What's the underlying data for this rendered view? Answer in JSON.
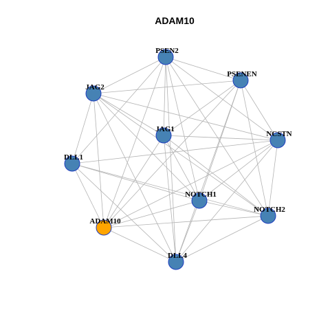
{
  "title": "ADAM10",
  "colors": {
    "node_fill": "#4682b4",
    "highlight_fill": "#ffa500",
    "node_border": "#1f3dbf",
    "edge": "#b3b3b3"
  },
  "nodes": [
    {
      "id": "PSEN2",
      "label": "PSEN2",
      "highlight": false
    },
    {
      "id": "PSENEN",
      "label": "PSENEN",
      "highlight": false
    },
    {
      "id": "JAG2",
      "label": "JAG2",
      "highlight": false
    },
    {
      "id": "NCSTN",
      "label": "NCSTN",
      "highlight": false
    },
    {
      "id": "JAG1",
      "label": "JAG1",
      "highlight": false
    },
    {
      "id": "DLL1",
      "label": "DLL1",
      "highlight": false
    },
    {
      "id": "NOTCH1",
      "label": "NOTCH1",
      "highlight": false
    },
    {
      "id": "NOTCH2",
      "label": "NOTCH2",
      "highlight": false
    },
    {
      "id": "ADAM10",
      "label": "ADAM10",
      "highlight": true
    },
    {
      "id": "DLL4",
      "label": "DLL4",
      "highlight": false
    }
  ],
  "edges": [
    [
      "PSEN2",
      "PSENEN"
    ],
    [
      "PSEN2",
      "JAG2"
    ],
    [
      "PSEN2",
      "NCSTN"
    ],
    [
      "PSEN2",
      "JAG1"
    ],
    [
      "PSEN2",
      "DLL1"
    ],
    [
      "PSEN2",
      "NOTCH1"
    ],
    [
      "PSEN2",
      "NOTCH2"
    ],
    [
      "PSEN2",
      "ADAM10"
    ],
    [
      "PSEN2",
      "DLL4"
    ],
    [
      "PSENEN",
      "JAG2"
    ],
    [
      "PSENEN",
      "NCSTN"
    ],
    [
      "PSENEN",
      "JAG1"
    ],
    [
      "PSENEN",
      "NOTCH1"
    ],
    [
      "PSENEN",
      "NOTCH2"
    ],
    [
      "PSENEN",
      "ADAM10"
    ],
    [
      "PSENEN",
      "DLL4"
    ],
    [
      "JAG2",
      "NCSTN"
    ],
    [
      "JAG2",
      "JAG1"
    ],
    [
      "JAG2",
      "DLL1"
    ],
    [
      "JAG2",
      "NOTCH1"
    ],
    [
      "JAG2",
      "NOTCH2"
    ],
    [
      "JAG2",
      "ADAM10"
    ],
    [
      "JAG2",
      "DLL4"
    ],
    [
      "NCSTN",
      "JAG1"
    ],
    [
      "NCSTN",
      "DLL1"
    ],
    [
      "NCSTN",
      "NOTCH1"
    ],
    [
      "NCSTN",
      "NOTCH2"
    ],
    [
      "NCSTN",
      "ADAM10"
    ],
    [
      "NCSTN",
      "DLL4"
    ],
    [
      "JAG1",
      "NOTCH1"
    ],
    [
      "JAG1",
      "NOTCH2"
    ],
    [
      "JAG1",
      "ADAM10"
    ],
    [
      "JAG1",
      "DLL4"
    ],
    [
      "DLL1",
      "NOTCH1"
    ],
    [
      "DLL1",
      "NOTCH2"
    ],
    [
      "DLL1",
      "ADAM10"
    ],
    [
      "DLL1",
      "DLL4"
    ],
    [
      "NOTCH1",
      "NOTCH2"
    ],
    [
      "NOTCH1",
      "ADAM10"
    ],
    [
      "NOTCH1",
      "DLL4"
    ],
    [
      "NOTCH2",
      "ADAM10"
    ],
    [
      "NOTCH2",
      "DLL4"
    ],
    [
      "ADAM10",
      "DLL4"
    ]
  ]
}
